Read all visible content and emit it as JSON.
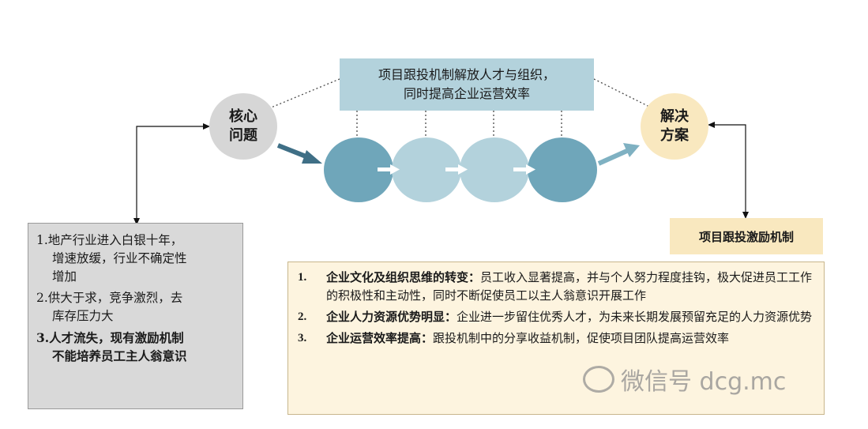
{
  "top_box": {
    "line1": "项目跟投机制解放人才与组织，",
    "line2": "同时提高企业运营效率"
  },
  "core_bubble": {
    "line1": "核心",
    "line2": "问题"
  },
  "solution_bubble": {
    "line1": "解决",
    "line2": "方案"
  },
  "problems": [
    {
      "line1": "1.地产行业进入白银十年，",
      "line2": "增速放缓，行业不确定性",
      "line3": "增加"
    },
    {
      "line1": "2.供大于求，竞争激烈，去",
      "line2": "库存压力大"
    },
    {
      "line1": "3.人才流失，现有激励机制",
      "line2": "不能培养员工主人翁意识"
    }
  ],
  "solution_tag": "项目跟投激励机制",
  "benefits": [
    {
      "num": "1.",
      "head": "企业文化及组织思维的转变：",
      "body": "员工收入显著提高，并与个人努力程度挂钩，极大促进员工工作的积极性和主动性，同时不断促使员工以主人翁意识开展工作"
    },
    {
      "num": "2.",
      "head": "企业人力资源优势明显：",
      "body": "企业进一步留住优秀人才，为未来长期发展预留充足的人力资源优势"
    },
    {
      "num": "3.",
      "head": "企业运营效率提高：",
      "body": "跟投机制中的分享收益机制，促使项目团队提高运营效率"
    }
  ],
  "watermark": {
    "text": "微信号 dcg.mc",
    "icon": "wechat-icon"
  },
  "colors": {
    "dark_teal": "#6fa6ba",
    "light_teal": "#b3d2dc",
    "arrow": "#3f6f86",
    "cream": "#f9e8bf",
    "gray": "#d9d9d9"
  }
}
